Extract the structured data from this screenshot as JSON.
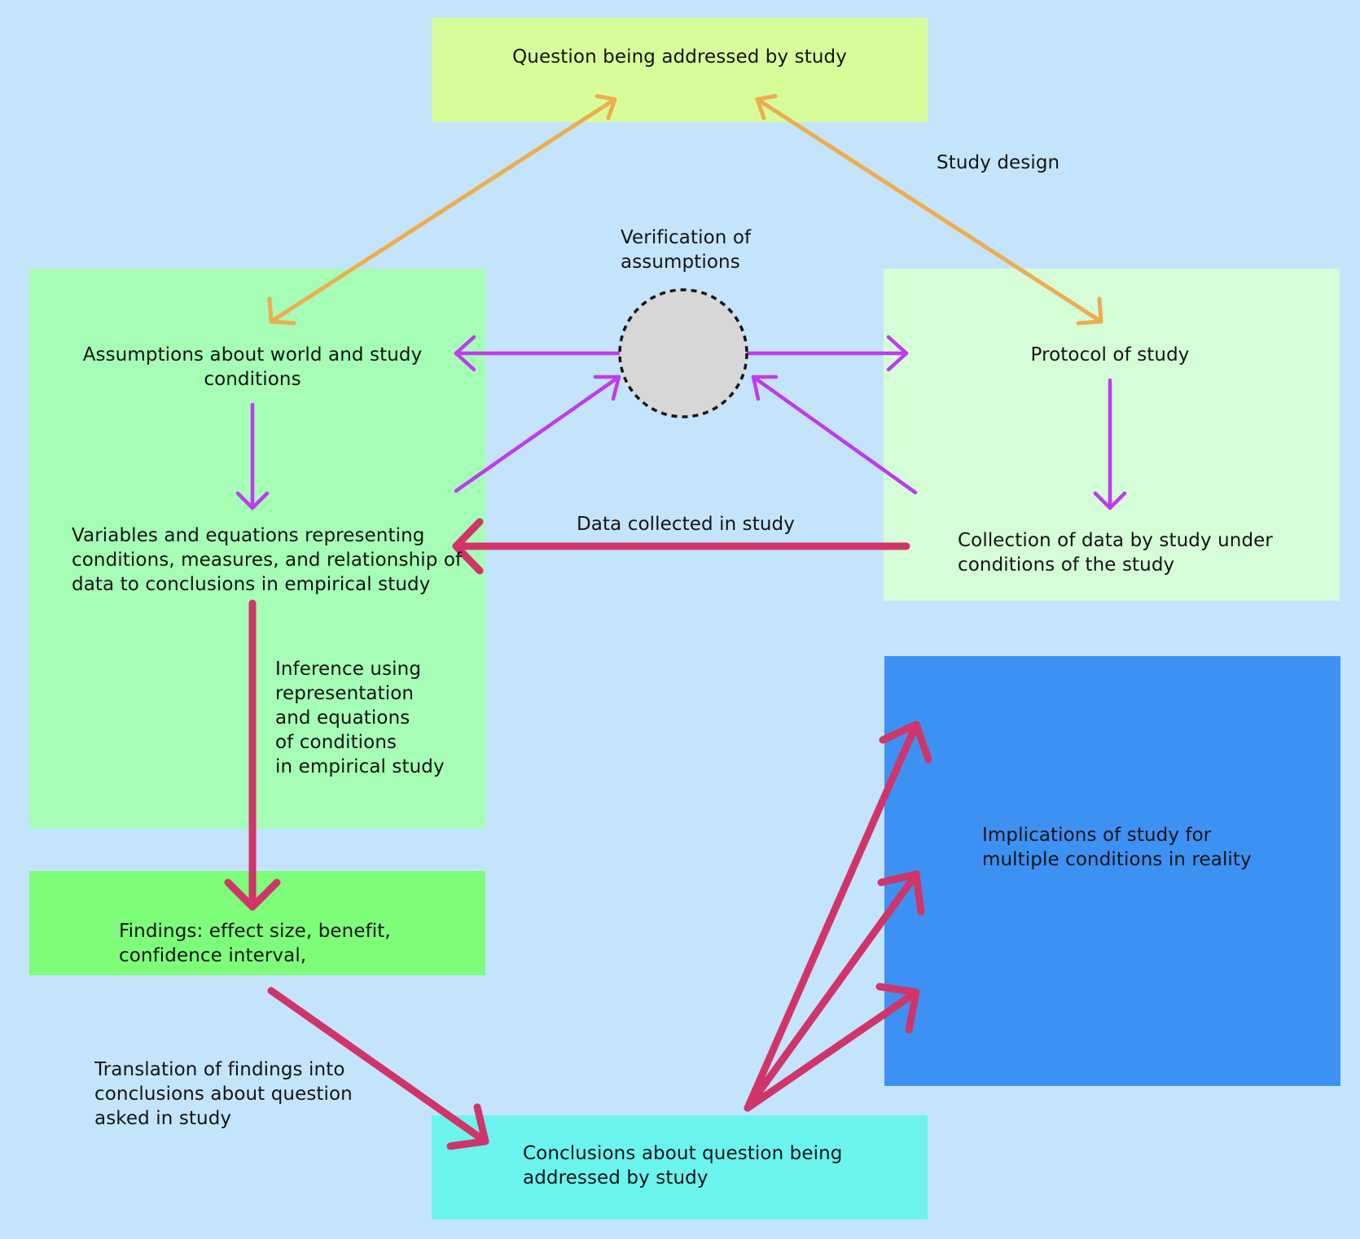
{
  "colors": {
    "background": "#c4e4fb",
    "question_box": "#d7fd9a",
    "assumptions_box": "#a5fdb6",
    "protocol_box": "#d5fdd8",
    "findings_box": "#7dfd7a",
    "conclusions_box": "#6af4ed",
    "implications_box": "#3d91f3",
    "arrow_design": "#eead4e",
    "arrow_verification": "#c03af0",
    "arrow_flow": "#cf3569",
    "verification_circle": "#d7d7d7"
  },
  "nodes": {
    "question": "Question being addressed by study",
    "assumptions": "Assumptions about world and study\nconditions",
    "variables": "Variables and equations representing\nconditions, measures, and relationship of\ndata to conclusions in empirical study",
    "protocol": "Protocol of study",
    "collection": "Collection of data by study under\nconditions of the study",
    "findings": "Findings: effect size, benefit,\nconfidence interval,",
    "conclusions": "Conclusions about question being\naddressed by study",
    "implications": "Implications of study for\nmultiple conditions in reality"
  },
  "edge_labels": {
    "study_design": "Study design",
    "verification": "Verification of\nassumptions",
    "data_collected": "Data collected in study",
    "inference": "Inference using\nrepresentation\nand equations\nof conditions\nin empirical study",
    "translation": "Translation of findings into\nconclusions about question\nasked in study"
  }
}
